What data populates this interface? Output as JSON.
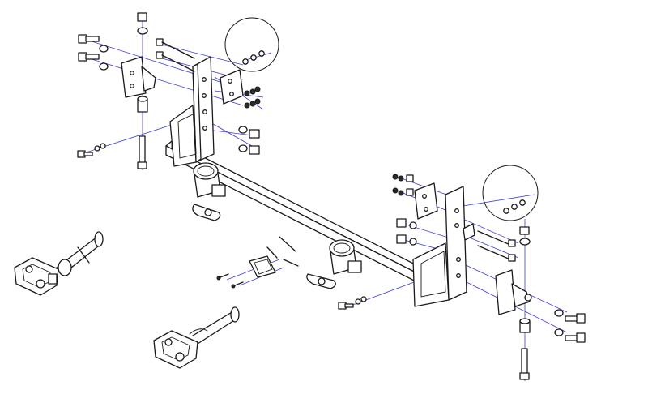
{
  "figure": {
    "description_text": "",
    "colors": {
      "line": "#1a1a1a",
      "guide": "#3c3cd8",
      "background": "#ffffff"
    },
    "parts": {
      "crossbar": "baseplate-crossbar",
      "left_bracket": "left-vertical-bracket",
      "right_bracket": "right-vertical-bracket",
      "left_tab": "left-angle-tab",
      "right_tab": "right-angle-tab",
      "left_backing_plate": "left-backing-plate",
      "right_backing_plate": "right-backing-plate",
      "tow_arm_1": "removable-tow-arm-upper",
      "tow_arm_2": "removable-tow-arm-lower",
      "center_plate": "safety-chain-plate",
      "detail_left": "detail-circle-left",
      "detail_right": "detail-circle-right"
    }
  }
}
